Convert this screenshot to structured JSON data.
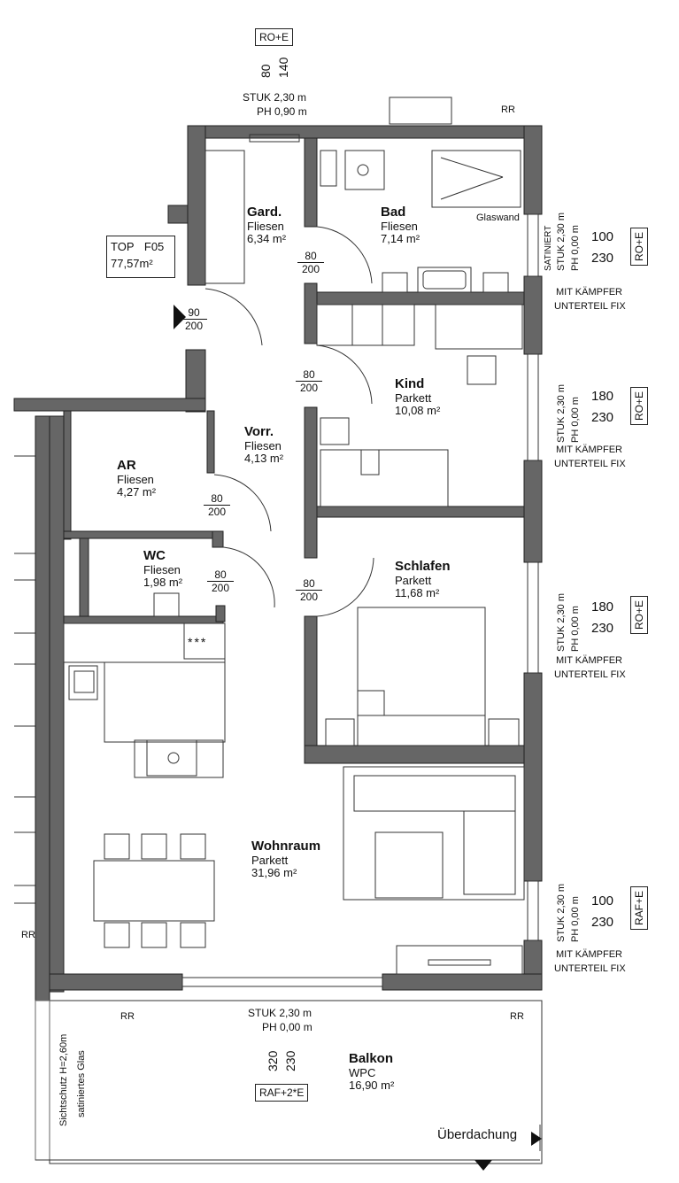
{
  "top": {
    "label": "TOP",
    "code": "F05",
    "area": "77,57m²"
  },
  "rooms": {
    "gard": {
      "name": "Gard.",
      "material": "Fliesen",
      "area": "6,34 m²"
    },
    "bad": {
      "name": "Bad",
      "material": "Fliesen",
      "area": "7,14 m²"
    },
    "kind": {
      "name": "Kind",
      "material": "Parkett",
      "area": "10,08 m²"
    },
    "vorr": {
      "name": "Vorr.",
      "material": "Fliesen",
      "area": "4,13 m²"
    },
    "ar": {
      "name": "AR",
      "material": "Fliesen",
      "area": "4,27 m²"
    },
    "wc": {
      "name": "WC",
      "material": "Fliesen",
      "area": "1,98 m²"
    },
    "schlafen": {
      "name": "Schlafen",
      "material": "Parkett",
      "area": "11,68 m²"
    },
    "wohnraum": {
      "name": "Wohnraum",
      "material": "Parkett",
      "area": "31,96 m²"
    },
    "balkon": {
      "name": "Balkon",
      "material": "WPC",
      "area": "16,90 m²"
    }
  },
  "doors": {
    "entry": {
      "w": "90",
      "h": "200"
    },
    "gard": {
      "w": "80",
      "h": "200"
    },
    "kind": {
      "w": "80",
      "h": "200"
    },
    "ar": {
      "w": "80",
      "h": "200"
    },
    "wc": {
      "w": "80",
      "h": "200"
    },
    "schlafen": {
      "w": "80",
      "h": "200"
    }
  },
  "windows": {
    "top": {
      "type": "RO+E",
      "w": "80",
      "h": "140",
      "stuk": "STUK 2,30 m",
      "ph": "PH 0,90 m"
    },
    "bad": {
      "type": "RO+E",
      "w": "100",
      "h": "230",
      "stuk": "STUK 2,30 m",
      "ph": "PH 0,00 m",
      "glass": "SATINIERT",
      "note1": "MIT KÄMPFER",
      "note2": "UNTERTEIL FIX"
    },
    "kind": {
      "type": "RO+E",
      "w": "180",
      "h": "230",
      "stuk": "STUK 2,30 m",
      "ph": "PH 0,00 m",
      "note1": "MIT KÄMPFER",
      "note2": "UNTERTEIL FIX"
    },
    "schlafen": {
      "type": "RO+E",
      "w": "180",
      "h": "230",
      "stuk": "STUK 2,30 m",
      "ph": "PH 0,00 m",
      "note1": "MIT KÄMPFER",
      "note2": "UNTERTEIL FIX"
    },
    "wohn": {
      "type": "RAF+E",
      "w": "100",
      "h": "230",
      "stuk": "STUK 2,30 m",
      "ph": "PH 0,00 m",
      "note1": "MIT KÄMPFER",
      "note2": "UNTERTEIL FIX"
    },
    "balkon": {
      "type": "RAF+2*E",
      "w": "320",
      "h": "230",
      "stuk": "STUK 2,30 m",
      "ph": "PH 0,00 m"
    }
  },
  "labels": {
    "glaswand": "Glaswand",
    "rr": "RR",
    "sichtschutz1": "Sichtschutz H=2,60m",
    "sichtschutz2": "satiniertes Glas",
    "ueberdachung": "Überdachung",
    "stove": "***"
  }
}
